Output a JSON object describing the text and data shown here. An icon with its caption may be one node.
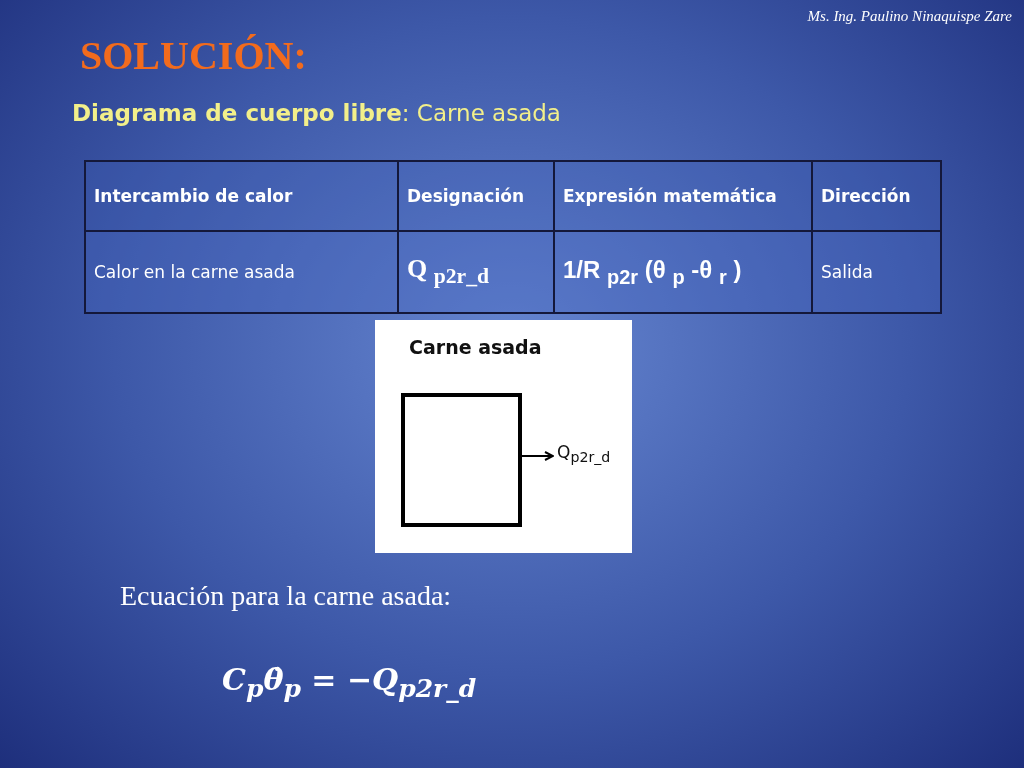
{
  "diagram": {
    "title": "SOLUCIÓN:",
    "nodes": [
      {
        "text": [
          "Carne asada"
        ]
      },
      {
        "text": [],
        "shape": "box",
        "in": 0
      },
      {
        "text": [
          "Q$_{p2r_d}$"
        ],
        "in": 0
      }
    ],
    "edges": [
      {
        "from": 1,
        "to": 2,
        "arrow": "to"
      }
    ],
    "labels": [
      "Ms. Ing. Paulino Ninaquispe Zare",
      "**Diagrama de cuerpo libre**: Carne asada",
      "Intercambio de calor",
      "Designación",
      "Expresión matemática",
      "Dirección",
      "Calor en la carne asada",
      "Q $_{p2r_d}$",
      "1/R $_{p2r}$ (θ $_{p}$ -θ $_{r}$ )",
      "Salida",
      "Ecuación para la carne asada:",
      "C$_{p}$θ̇$_{p}$ = −Q$_{p2r_d}$"
    ]
  }
}
